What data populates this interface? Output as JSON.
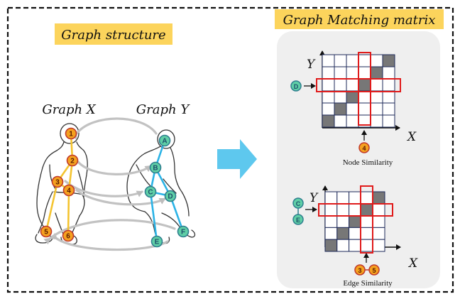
{
  "left_title": "Graph structure",
  "right_title": "Graph Matching matrix",
  "graph_x_label": "Graph X",
  "graph_y_label": "Graph Y",
  "colors": {
    "highlight": "#fcd45c",
    "x_node_fill": "#f5a11f",
    "x_node_stroke": "#c0392b",
    "y_node_fill": "#5fcfa6",
    "y_node_stroke": "#2f7f8f",
    "x_edge": "#f4c430",
    "y_edge": "#2bb3e6",
    "arrow_big": "#5ec8ee",
    "grid_line": "#1e2a5a",
    "grid_fill": "#777777",
    "red_box": "#e01b1b",
    "panel_bg": "#efefef",
    "curve": "#c2c2c2"
  },
  "graph_x": {
    "nodes": [
      "1",
      "2",
      "3",
      "4",
      "5",
      "6"
    ],
    "edges": [
      [
        "1",
        "2"
      ],
      [
        "2",
        "3"
      ],
      [
        "2",
        "4"
      ],
      [
        "3",
        "4"
      ],
      [
        "3",
        "5"
      ],
      [
        "4",
        "6"
      ]
    ]
  },
  "graph_y": {
    "nodes": [
      "A",
      "B",
      "C",
      "D",
      "E",
      "F"
    ],
    "edges": [
      [
        "A",
        "B"
      ],
      [
        "B",
        "C"
      ],
      [
        "B",
        "D"
      ],
      [
        "C",
        "D"
      ],
      [
        "C",
        "E"
      ],
      [
        "D",
        "F"
      ]
    ]
  },
  "node_matrix": {
    "x_axis_label": "X",
    "y_axis_label": "Y",
    "row_marker": "D",
    "column_marker": "4",
    "caption": "Node Similarity"
  },
  "edge_matrix": {
    "x_axis_label": "X",
    "y_axis_label": "Y",
    "row_markers": [
      "C",
      "E"
    ],
    "column_markers": [
      "3",
      "5"
    ],
    "caption": "Edge Similarity"
  }
}
